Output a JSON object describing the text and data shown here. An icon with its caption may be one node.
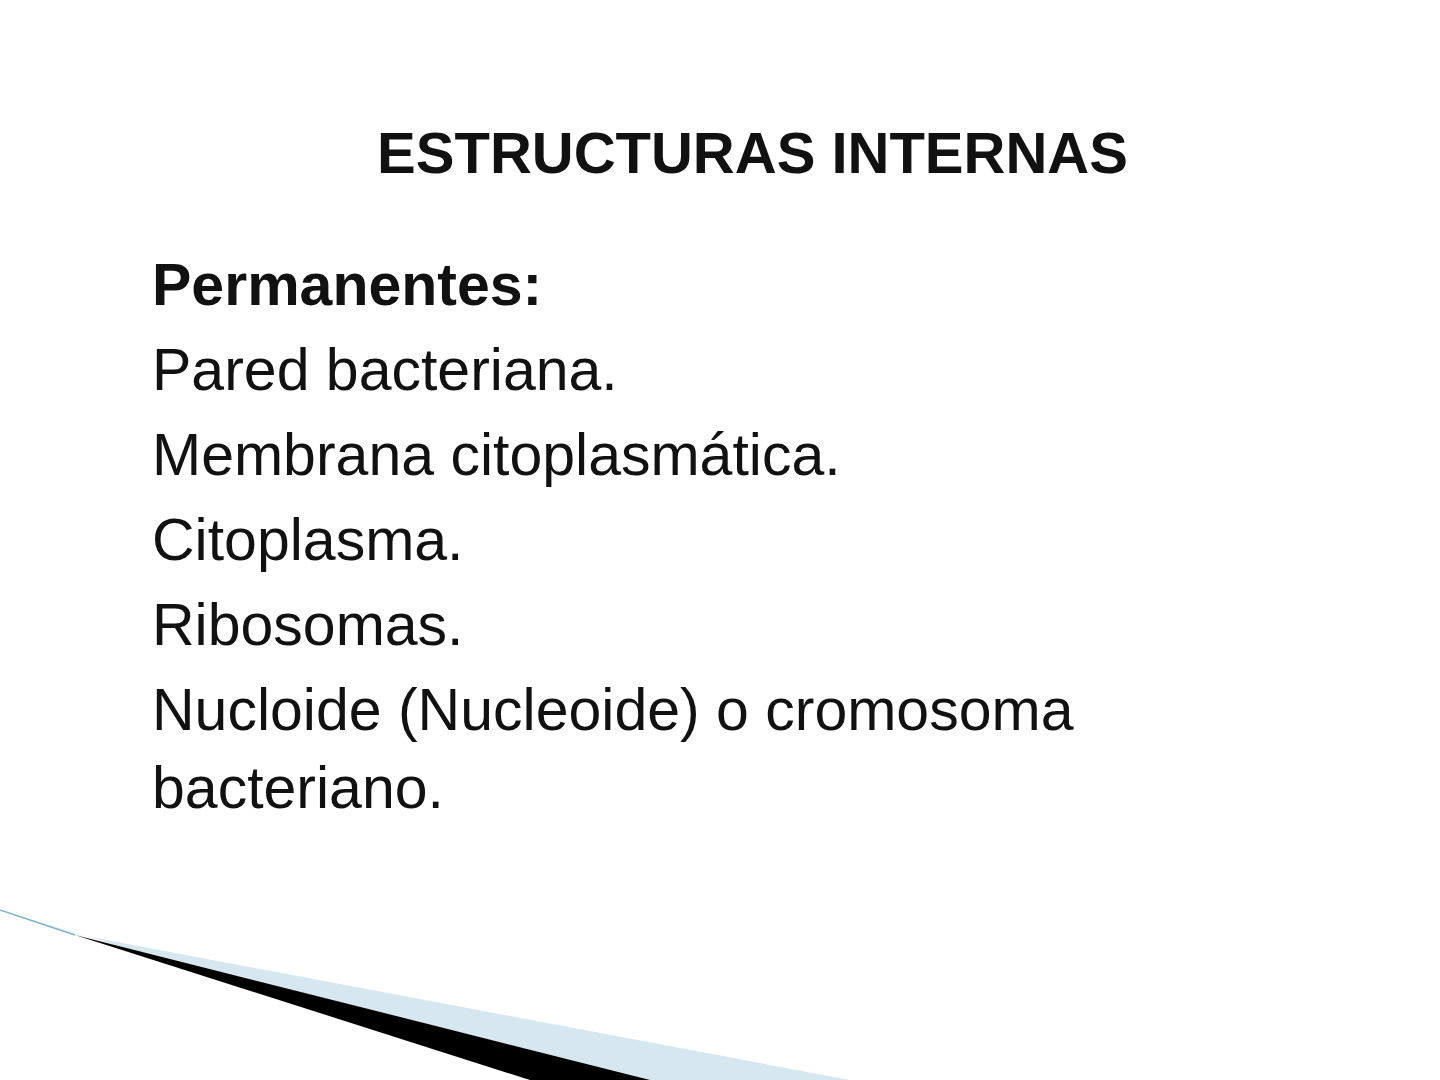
{
  "diagram": {
    "title": "ESTRUCTURAS INTERNAS",
    "labels": [
      "Permanentes:",
      "Pared bacteriana.",
      "Membrana citoplasmática.",
      "Citoplasma.",
      "Ribosomas.",
      "Nucloide (Nucleoide) o cromosoma bacteriano."
    ]
  }
}
